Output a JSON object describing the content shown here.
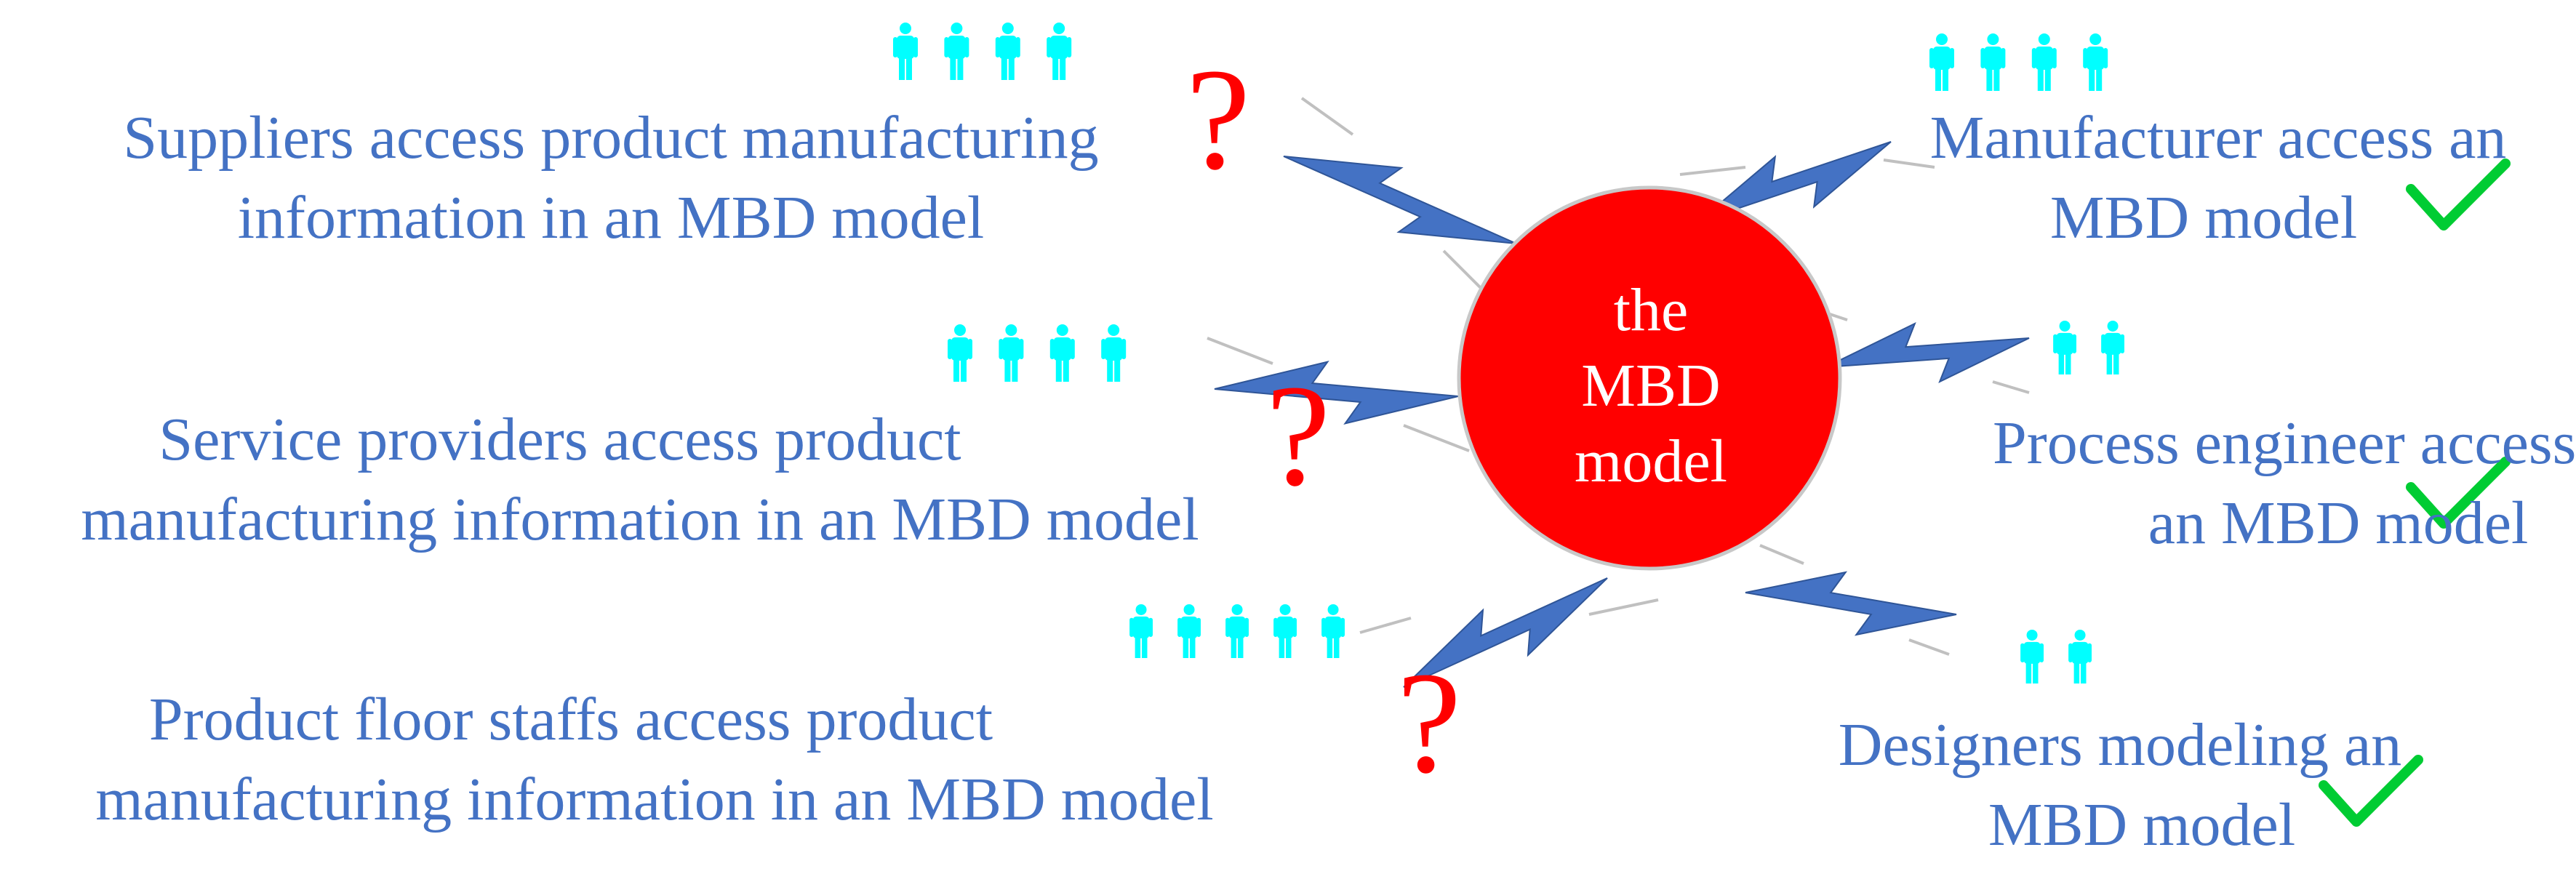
{
  "center": {
    "lines": [
      "the",
      "MBD",
      "model"
    ],
    "fill_color": "#ff0000",
    "text_color": "#ffffff"
  },
  "colors": {
    "label_text": "#4472c4",
    "bolt": "#4472c4",
    "person_icon": "#00ffff",
    "question_mark": "#ff0000",
    "check_mark": "#00cc33",
    "connector_line": "#c0c0c0"
  },
  "nodes": [
    {
      "id": "suppliers",
      "lines": [
        "Suppliers access product manufacturing",
        "information in an MBD model"
      ],
      "people_count": 4,
      "status": "question"
    },
    {
      "id": "service-providers",
      "lines": [
        "Service providers access product",
        "manufacturing information in an MBD model"
      ],
      "people_count": 4,
      "status": "question"
    },
    {
      "id": "floor-staffs",
      "lines": [
        "Product floor staffs access product",
        "manufacturing information in an MBD model"
      ],
      "people_count": 5,
      "status": "question"
    },
    {
      "id": "manufacturer",
      "lines": [
        "Manufacturer access an",
        "MBD model"
      ],
      "people_count": 4,
      "status": "check"
    },
    {
      "id": "process-engineer",
      "lines": [
        "Process engineer access",
        "an MBD model"
      ],
      "people_count": 2,
      "status": "check"
    },
    {
      "id": "designers",
      "lines": [
        "Designers modeling an",
        "MBD model"
      ],
      "people_count": 2,
      "status": "check"
    }
  ],
  "icons": {
    "person": "person-icon",
    "question": "question-mark-icon",
    "check": "check-mark-icon",
    "bolt": "lightning-bolt-icon"
  }
}
